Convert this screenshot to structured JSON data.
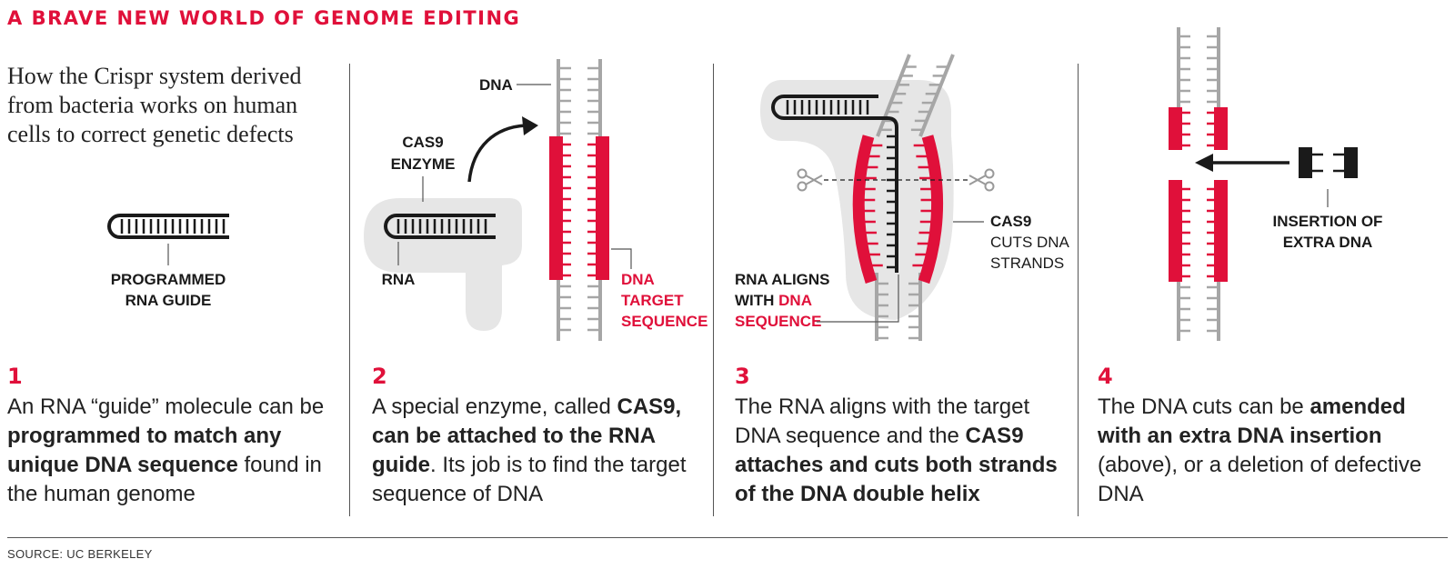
{
  "title": "A BRAVE NEW WORLD OF GENOME EDITING",
  "intro": "How the Crispr system derived from bacteria works on human cells to correct genetic defects",
  "colors": {
    "accent": "#e0103a",
    "strand": "#a6a6a6",
    "blob": "#e6e6e6",
    "dark": "#1a1a1a"
  },
  "panel1": {
    "label_line1": "PROGRAMMED",
    "label_line2": "RNA GUIDE",
    "number": "1",
    "caption": {
      "t1": "An RNA “guide” molecule can be ",
      "b1": "programmed to match any unique DNA sequence",
      "t2": " found in the human genome"
    }
  },
  "panel2": {
    "dna_label": "DNA",
    "cas9_line1": "CAS9",
    "cas9_line2": "ENZYME",
    "rna_label": "RNA",
    "target_line1": "DNA",
    "target_line2": "TARGET",
    "target_line3": "SEQUENCE",
    "number": "2",
    "caption": {
      "t1": "A special enzyme, called ",
      "b1": "CAS9, can be attached to the RNA guide",
      "t2": ". Its job is to find the target sequence of DNA"
    }
  },
  "panel3": {
    "cas9_line1": "CAS9",
    "cas9_line2": "CUTS DNA",
    "cas9_line3": "STRANDS",
    "align_line1": "RNA ALIGNS",
    "align_line2a": "WITH ",
    "align_line2b": "DNA",
    "align_line3": "SEQUENCE",
    "number": "3",
    "caption": {
      "t1": "The RNA aligns with the target DNA sequence and the ",
      "b1": "CAS9 attaches and cuts both strands of the DNA double helix",
      "t2": ""
    }
  },
  "panel4": {
    "insert_line1": "INSERTION OF",
    "insert_line2": "EXTRA DNA",
    "number": "4",
    "caption": {
      "t1": "The DNA cuts can be ",
      "b1": "amended with an extra DNA insertion",
      "t2": " (above), or a deletion of defective DNA"
    }
  },
  "source": "SOURCE: UC BERKELEY"
}
